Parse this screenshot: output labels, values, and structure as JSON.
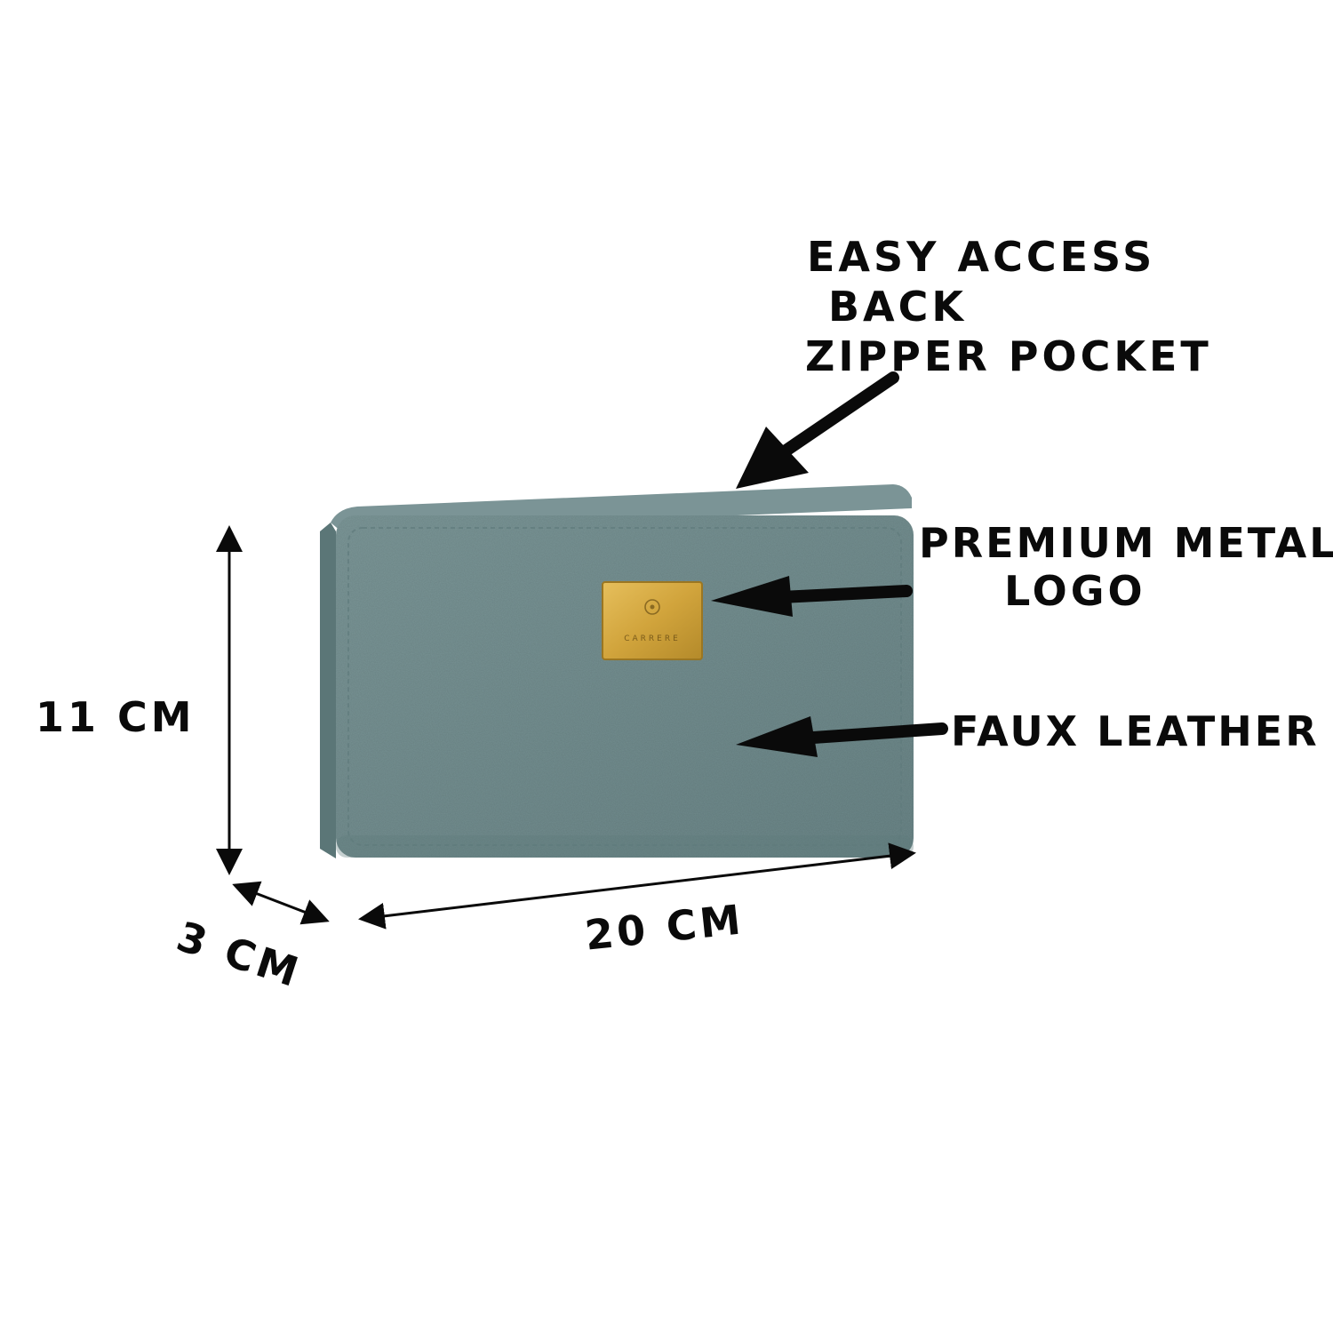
{
  "annotations": {
    "back_pocket": [
      "EASY ACCESS",
      "BACK",
      "ZIPPER POCKET"
    ],
    "logo": [
      "PREMIUM METAL",
      "LOGO"
    ],
    "material": "FAUX LEATHER"
  },
  "dimensions": {
    "height": "11 CM",
    "depth": "3 CM",
    "width": "20 CM"
  },
  "product": {
    "brand_plate_text": "CARRERE",
    "colors": {
      "wallet_body": "#6f8b8d",
      "wallet_edge": "#5b7677",
      "logo_plate": "#d1a43c",
      "ink": "#0a0a0a"
    }
  }
}
